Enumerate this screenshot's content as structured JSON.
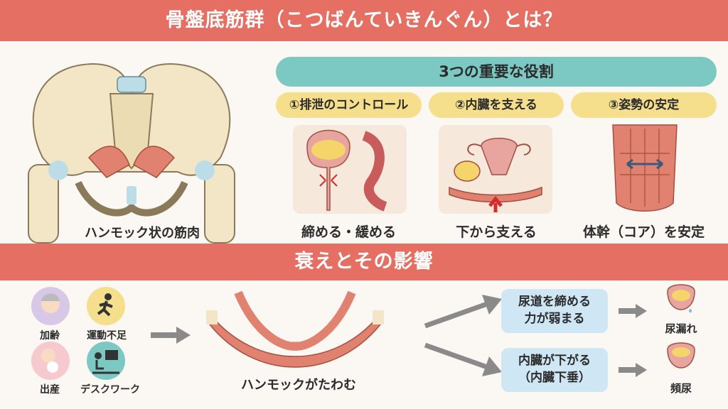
{
  "title": "骨盤底筋群（こつばんていきんぐん）とは？",
  "pelvis_caption": "ハンモック状の筋肉",
  "roles": {
    "heading": "3つの重要な役割",
    "items": [
      {
        "label": "①排泄のコントロール",
        "caption": "締める・緩める"
      },
      {
        "label": "②内臓を支える",
        "caption": "下から支える"
      },
      {
        "label": "③姿勢の安定",
        "caption": "体幹（コア）を安定"
      }
    ]
  },
  "decline": {
    "heading": "衰えとその影響",
    "causes": [
      "加齢",
      "運動不足",
      "出産",
      "デスクワーク"
    ],
    "hammock_caption": "ハンモックがたわむ",
    "effects": [
      {
        "line1": "尿道を締める",
        "line2": "力が弱まる",
        "result": "尿漏れ"
      },
      {
        "line1": "内臓が下がる",
        "line2": "（内臓下垂）",
        "result": "頻尿"
      }
    ]
  },
  "colors": {
    "banner": "#e46f62",
    "roles_pill": "#7cc9c4",
    "role_pill": "#f5de8c",
    "effect_box": "#cfe6f5",
    "muscle": "#e0826f",
    "bone": "#f3e6c6"
  }
}
